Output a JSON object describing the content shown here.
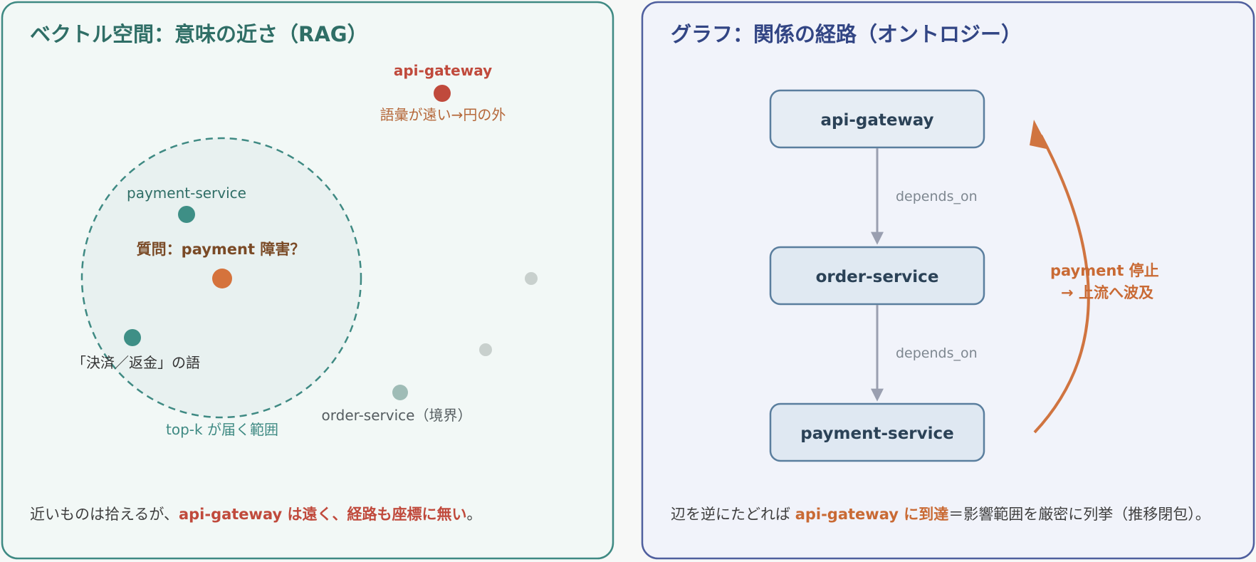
{
  "colors": {
    "vector_panel_border": "#3f8a83",
    "vector_panel_fill": "#f2f8f6",
    "graph_panel_border": "#4f5f9e",
    "graph_panel_fill": "#f1f3fa",
    "teal": "#3e8f86",
    "query_orange": "#d5733c",
    "red": "#c04a3c",
    "brown": "#b5683a",
    "dark_brown": "#7a4a26",
    "node_fill": "#e3ebf3",
    "node_border": "#5a7e9e",
    "edge_gray": "#9a9fb0",
    "arrow_orange": "#d07440"
  },
  "vector_panel": {
    "title": "ベクトル空間：意味の近さ（RAG）",
    "far_point_label": "api-gateway",
    "far_point_note": "語彙が遠い→円の外",
    "point_payment_label": "payment-service",
    "query_label": "質問：payment 障害？",
    "point_terms_label": "「決済／返金」の語",
    "boundary_point_label": "order-service（境界）",
    "circle_label": "top-k が届く範囲",
    "footer_plain": "近いものは拾えるが、",
    "footer_highlight": "api-gateway は遠く、経路も座標に無い",
    "footer_end": "。"
  },
  "graph_panel": {
    "title": "グラフ：関係の経路（オントロジー）",
    "nodes": [
      "api-gateway",
      "order-service",
      "payment-service"
    ],
    "edge_labels": [
      "depends_on",
      "depends_on"
    ],
    "arrow_label_line1": "payment 停止",
    "arrow_label_line2": "→ 上流へ波及",
    "footer_plain": "辺を逆にたどれば ",
    "footer_highlight": "api-gateway に到達",
    "footer_end": "＝影響範囲を厳密に列挙（推移閉包）。"
  }
}
